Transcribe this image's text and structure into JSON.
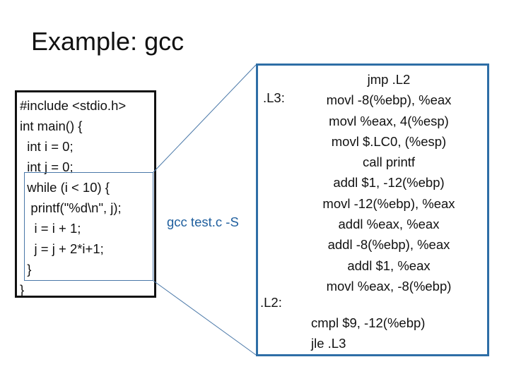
{
  "slide": {
    "title": "Example: gcc",
    "c_code": [
      "#include <stdio.h>",
      "int main() {",
      "  int i = 0;",
      "  int j = 0;",
      "  while (i < 10) {",
      "   printf(\"%d\\n\", j);",
      "    i = i + 1;",
      "    j = j + 2*i+1;",
      "  }",
      "}"
    ],
    "compile_command": "gcc test.c -S",
    "asm": {
      "label_l3": ".L3:",
      "label_l2": ".L2:",
      "block_l3": [
        "jmp .L2",
        "movl -8(%ebp), %eax",
        "movl %eax, 4(%esp)",
        "movl $.LC0, (%esp)",
        "call printf",
        "addl $1, -12(%ebp)",
        "movl -12(%ebp), %eax",
        "addl %eax, %eax",
        "addl -8(%ebp), %eax",
        "addl $1, %eax",
        "movl %eax, -8(%ebp)"
      ],
      "block_l2": [
        "cmpl $9, -12(%ebp)",
        "jle .L3"
      ]
    },
    "colors": {
      "text": "#111111",
      "accent_blue": "#1f5f9e",
      "box_blue": "#2e6ea6",
      "connector_blue": "#4a78a8"
    }
  }
}
